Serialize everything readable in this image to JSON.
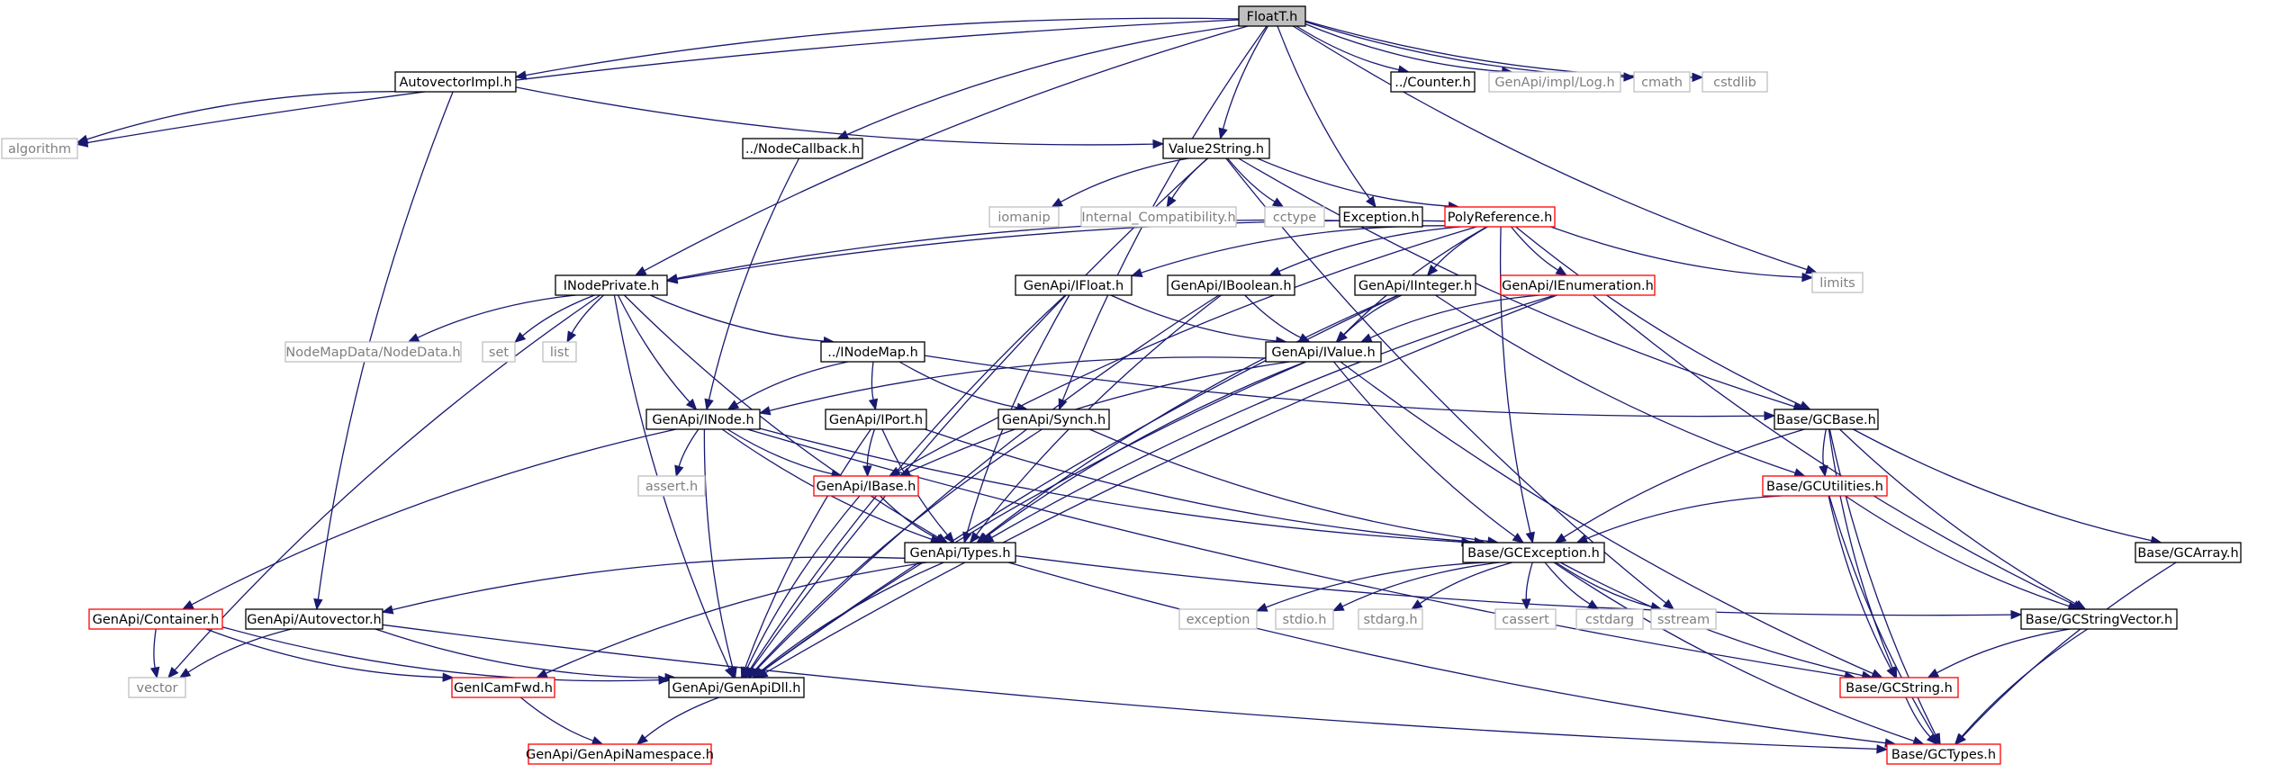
{
  "diagram": {
    "nodes": [
      {
        "id": "floatt",
        "label": "FloatT.h",
        "style": "root"
      },
      {
        "id": "autovectorimpl",
        "label": "AutovectorImpl.h",
        "style": "normal"
      },
      {
        "id": "counter",
        "label": "../Counter.h",
        "style": "normal"
      },
      {
        "id": "log",
        "label": "GenApi/impl/Log.h",
        "style": "external"
      },
      {
        "id": "cmath",
        "label": "cmath",
        "style": "external"
      },
      {
        "id": "cstdlib",
        "label": "cstdlib",
        "style": "external"
      },
      {
        "id": "algorithm",
        "label": "algorithm",
        "style": "external"
      },
      {
        "id": "nodecallback",
        "label": "../NodeCallback.h",
        "style": "normal"
      },
      {
        "id": "value2string",
        "label": "Value2String.h",
        "style": "normal"
      },
      {
        "id": "iomanip",
        "label": "iomanip",
        "style": "external"
      },
      {
        "id": "internalcompat",
        "label": "Internal_Compatibility.h",
        "style": "external"
      },
      {
        "id": "cctype",
        "label": "cctype",
        "style": "external"
      },
      {
        "id": "exception_h",
        "label": "Exception.h",
        "style": "normal"
      },
      {
        "id": "polyreference",
        "label": "PolyReference.h",
        "style": "red"
      },
      {
        "id": "limits",
        "label": "limits",
        "style": "external"
      },
      {
        "id": "inodeprivate",
        "label": "INodePrivate.h",
        "style": "normal"
      },
      {
        "id": "ifloat",
        "label": "GenApi/IFloat.h",
        "style": "normal"
      },
      {
        "id": "iboolean",
        "label": "GenApi/IBoolean.h",
        "style": "normal"
      },
      {
        "id": "iinteger",
        "label": "GenApi/IInteger.h",
        "style": "normal"
      },
      {
        "id": "ienumeration",
        "label": "GenApi/IEnumeration.h",
        "style": "red"
      },
      {
        "id": "nodedata",
        "label": "NodeMapData/NodeData.h",
        "style": "external"
      },
      {
        "id": "set",
        "label": "set",
        "style": "external"
      },
      {
        "id": "list",
        "label": "list",
        "style": "external"
      },
      {
        "id": "inodemap",
        "label": "../INodeMap.h",
        "style": "normal"
      },
      {
        "id": "ivalue",
        "label": "GenApi/IValue.h",
        "style": "normal"
      },
      {
        "id": "inode",
        "label": "GenApi/INode.h",
        "style": "normal"
      },
      {
        "id": "iport",
        "label": "GenApi/IPort.h",
        "style": "normal"
      },
      {
        "id": "synch",
        "label": "GenApi/Synch.h",
        "style": "normal"
      },
      {
        "id": "gcbase",
        "label": "Base/GCBase.h",
        "style": "normal"
      },
      {
        "id": "assert",
        "label": "assert.h",
        "style": "external"
      },
      {
        "id": "ibase",
        "label": "GenApi/IBase.h",
        "style": "red"
      },
      {
        "id": "gcutilities",
        "label": "Base/GCUtilities.h",
        "style": "red"
      },
      {
        "id": "types",
        "label": "GenApi/Types.h",
        "style": "normal"
      },
      {
        "id": "gcexception",
        "label": "Base/GCException.h",
        "style": "normal"
      },
      {
        "id": "gcarray",
        "label": "Base/GCArray.h",
        "style": "normal"
      },
      {
        "id": "exception",
        "label": "exception",
        "style": "external"
      },
      {
        "id": "stdio",
        "label": "stdio.h",
        "style": "external"
      },
      {
        "id": "stdarg",
        "label": "stdarg.h",
        "style": "external"
      },
      {
        "id": "cassert",
        "label": "cassert",
        "style": "external"
      },
      {
        "id": "cstdarg",
        "label": "cstdarg",
        "style": "external"
      },
      {
        "id": "sstream",
        "label": "sstream",
        "style": "external"
      },
      {
        "id": "container",
        "label": "GenApi/Container.h",
        "style": "red"
      },
      {
        "id": "autovector",
        "label": "GenApi/Autovector.h",
        "style": "normal"
      },
      {
        "id": "gcstringvector",
        "label": "Base/GCStringVector.h",
        "style": "normal"
      },
      {
        "id": "vector",
        "label": "vector",
        "style": "external"
      },
      {
        "id": "genicamfwd",
        "label": "GenICamFwd.h",
        "style": "red"
      },
      {
        "id": "genapidll",
        "label": "GenApi/GenApiDll.h",
        "style": "normal"
      },
      {
        "id": "gcstring",
        "label": "Base/GCString.h",
        "style": "red"
      },
      {
        "id": "genapinamespace",
        "label": "GenApi/GenApiNamespace.h",
        "style": "red"
      },
      {
        "id": "gctypes",
        "label": "Base/GCTypes.h",
        "style": "red"
      }
    ],
    "edges": [
      [
        "floatt",
        "autovectorimpl"
      ],
      [
        "floatt",
        "counter"
      ],
      [
        "floatt",
        "log"
      ],
      [
        "floatt",
        "cmath"
      ],
      [
        "floatt",
        "cstdlib"
      ],
      [
        "floatt",
        "algorithm"
      ],
      [
        "floatt",
        "nodecallback"
      ],
      [
        "floatt",
        "value2string"
      ],
      [
        "floatt",
        "exception_h"
      ],
      [
        "floatt",
        "limits"
      ],
      [
        "floatt",
        "inodeprivate"
      ],
      [
        "floatt",
        "synch"
      ],
      [
        "autovectorimpl",
        "algorithm"
      ],
      [
        "autovectorimpl",
        "value2string"
      ],
      [
        "autovectorimpl",
        "autovector"
      ],
      [
        "nodecallback",
        "inode"
      ],
      [
        "value2string",
        "iomanip"
      ],
      [
        "value2string",
        "internalcompat"
      ],
      [
        "value2string",
        "cctype"
      ],
      [
        "value2string",
        "polyreference"
      ],
      [
        "value2string",
        "gcbase"
      ],
      [
        "value2string",
        "sstream"
      ],
      [
        "value2string",
        "genapidll"
      ],
      [
        "exception_h",
        "inodeprivate"
      ],
      [
        "polyreference",
        "inodeprivate"
      ],
      [
        "polyreference",
        "ifloat"
      ],
      [
        "polyreference",
        "iboolean"
      ],
      [
        "polyreference",
        "iinteger"
      ],
      [
        "polyreference",
        "ienumeration"
      ],
      [
        "polyreference",
        "limits"
      ],
      [
        "polyreference",
        "gcbase"
      ],
      [
        "polyreference",
        "gcexception"
      ],
      [
        "polyreference",
        "ivalue"
      ],
      [
        "polyreference",
        "ibase"
      ],
      [
        "inodeprivate",
        "nodedata"
      ],
      [
        "inodeprivate",
        "set"
      ],
      [
        "inodeprivate",
        "list"
      ],
      [
        "inodeprivate",
        "inodemap"
      ],
      [
        "inodeprivate",
        "inode"
      ],
      [
        "inodeprivate",
        "types"
      ],
      [
        "inodeprivate",
        "vector"
      ],
      [
        "inodeprivate",
        "genapidll"
      ],
      [
        "ifloat",
        "ivalue"
      ],
      [
        "ifloat",
        "types"
      ],
      [
        "ifloat",
        "genapidll"
      ],
      [
        "iboolean",
        "ivalue"
      ],
      [
        "iboolean",
        "types"
      ],
      [
        "iboolean",
        "genapidll"
      ],
      [
        "iinteger",
        "ivalue"
      ],
      [
        "iinteger",
        "types"
      ],
      [
        "iinteger",
        "gcutilities"
      ],
      [
        "iinteger",
        "genapidll"
      ],
      [
        "ienumeration",
        "ivalue"
      ],
      [
        "ienumeration",
        "types"
      ],
      [
        "ienumeration",
        "gcstringvector"
      ],
      [
        "ienumeration",
        "genapidll"
      ],
      [
        "inodemap",
        "inode"
      ],
      [
        "inodemap",
        "iport"
      ],
      [
        "inodemap",
        "synch"
      ],
      [
        "inodemap",
        "gcbase"
      ],
      [
        "ivalue",
        "inode"
      ],
      [
        "ivalue",
        "ibase"
      ],
      [
        "ivalue",
        "types"
      ],
      [
        "ivalue",
        "gcexception"
      ],
      [
        "ivalue",
        "gcstring"
      ],
      [
        "ivalue",
        "genapidll"
      ],
      [
        "inode",
        "assert"
      ],
      [
        "inode",
        "ibase"
      ],
      [
        "inode",
        "types"
      ],
      [
        "inode",
        "container"
      ],
      [
        "inode",
        "genapidll"
      ],
      [
        "inode",
        "gcexception"
      ],
      [
        "inode",
        "gcstring"
      ],
      [
        "iport",
        "ibase"
      ],
      [
        "iport",
        "types"
      ],
      [
        "iport",
        "gcexception"
      ],
      [
        "iport",
        "genapidll"
      ],
      [
        "synch",
        "gcexception"
      ],
      [
        "synch",
        "genapidll"
      ],
      [
        "gcbase",
        "gcutilities"
      ],
      [
        "gcbase",
        "gcexception"
      ],
      [
        "gcbase",
        "gcarray"
      ],
      [
        "gcbase",
        "gcstringvector"
      ],
      [
        "gcbase",
        "gcstring"
      ],
      [
        "gcbase",
        "gctypes"
      ],
      [
        "ibase",
        "types"
      ],
      [
        "ibase",
        "genapidll"
      ],
      [
        "gcutilities",
        "gcexception"
      ],
      [
        "gcutilities",
        "gcstring"
      ],
      [
        "gcutilities",
        "gcstringvector"
      ],
      [
        "gcutilities",
        "gctypes"
      ],
      [
        "types",
        "autovector"
      ],
      [
        "types",
        "genicamfwd"
      ],
      [
        "types",
        "genapidll"
      ],
      [
        "types",
        "gcstringvector"
      ],
      [
        "types",
        "gctypes"
      ],
      [
        "gcexception",
        "exception"
      ],
      [
        "gcexception",
        "stdio"
      ],
      [
        "gcexception",
        "stdarg"
      ],
      [
        "gcexception",
        "cassert"
      ],
      [
        "gcexception",
        "cstdarg"
      ],
      [
        "gcexception",
        "sstream"
      ],
      [
        "gcexception",
        "gcstring"
      ],
      [
        "gcexception",
        "gctypes"
      ],
      [
        "gcarray",
        "gctypes"
      ],
      [
        "gcstringvector",
        "gcstring"
      ],
      [
        "gcstringvector",
        "gctypes"
      ],
      [
        "container",
        "vector"
      ],
      [
        "container",
        "genicamfwd"
      ],
      [
        "container",
        "genapidll"
      ],
      [
        "autovector",
        "vector"
      ],
      [
        "autovector",
        "genapidll"
      ],
      [
        "autovector",
        "gctypes"
      ],
      [
        "genicamfwd",
        "genapinamespace"
      ],
      [
        "genapidll",
        "genapinamespace"
      ],
      [
        "gcstring",
        "gctypes"
      ]
    ],
    "styles": {
      "root": {
        "fill": "#bfbfbf",
        "stroke": "#000000",
        "text": "#000000"
      },
      "normal": {
        "fill": "#ffffff",
        "stroke": "#000000",
        "text": "#000000"
      },
      "red": {
        "fill": "#ffffff",
        "stroke": "#ff0000",
        "text": "#000000"
      },
      "external": {
        "fill": "#ffffff",
        "stroke": "#bfbfbf",
        "text": "#7f7f7f"
      },
      "edge": "#191970"
    }
  }
}
